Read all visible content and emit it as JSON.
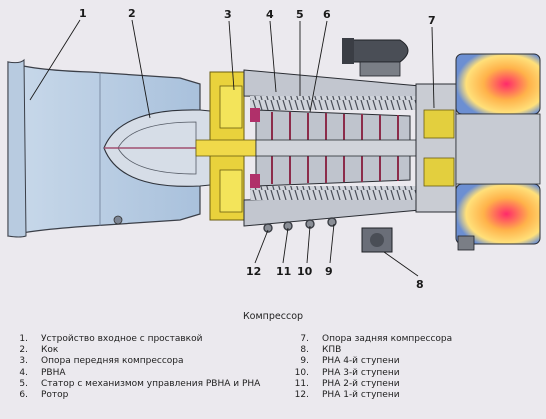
{
  "callouts": [
    "1",
    "2",
    "3",
    "4",
    "5",
    "6",
    "7",
    "8",
    "9",
    "10",
    "11",
    "12"
  ],
  "caption": "Компрессор",
  "legend_left": [
    {
      "num": "1.",
      "text": "Устройство входное с проставкой"
    },
    {
      "num": "2.",
      "text": "Кок"
    },
    {
      "num": "3.",
      "text": "Опора передняя компрессора"
    },
    {
      "num": "4.",
      "text": "РВНА"
    },
    {
      "num": "5.",
      "text": "Статор с механизмом управления РВНА и РНА"
    },
    {
      "num": "6.",
      "text": "Ротор"
    }
  ],
  "legend_right": [
    {
      "num": "7.",
      "text": "Опора задняя компрессора"
    },
    {
      "num": "8.",
      "text": "КПВ"
    },
    {
      "num": "9.",
      "text": "РНА 4-й ступени"
    },
    {
      "num": "10.",
      "text": "РНА 3-й ступени"
    },
    {
      "num": "11.",
      "text": "РНА 2-й ступени"
    },
    {
      "num": "12.",
      "text": "РНА 1-й ступени"
    }
  ]
}
